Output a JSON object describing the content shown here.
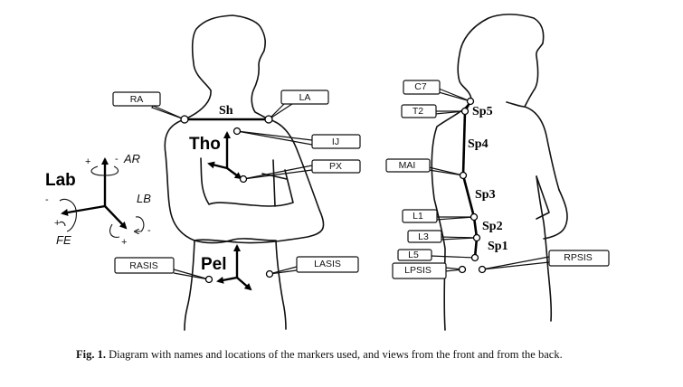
{
  "figure": {
    "frames": {
      "lab": "Lab",
      "thorax": "Tho",
      "pelvis": "Pel"
    },
    "lab_rotations": {
      "axial_rotation": "AR",
      "lateral_bending": "LB",
      "flexion_extension": "FE",
      "plus": "+",
      "minus": "-"
    },
    "front_view": {
      "segment_label": "Sh",
      "markers": [
        "RA",
        "LA",
        "IJ",
        "PX",
        "RASIS",
        "LASIS"
      ]
    },
    "back_view": {
      "segment_labels": [
        "Sp5",
        "Sp4",
        "Sp3",
        "Sp2",
        "Sp1"
      ],
      "markers": [
        "C7",
        "T2",
        "MAI",
        "L1",
        "L3",
        "L5",
        "LPSIS",
        "RPSIS"
      ]
    }
  },
  "caption": {
    "label": "Fig. 1.",
    "text": " Diagram with names and locations of the markers used, and views from the front and from the back."
  }
}
